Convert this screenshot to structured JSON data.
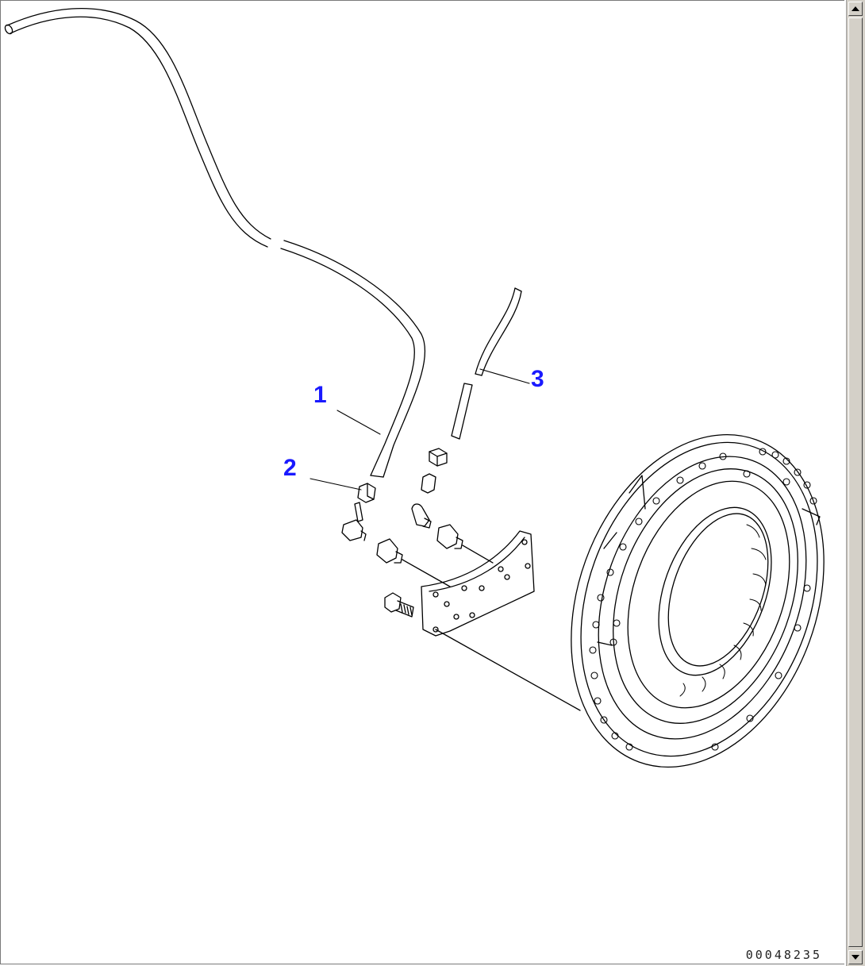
{
  "diagram": {
    "callouts": [
      {
        "id": "1",
        "label": "1"
      },
      {
        "id": "2",
        "label": "2"
      },
      {
        "id": "3",
        "label": "3"
      }
    ],
    "drawing_number": "00048235",
    "colors": {
      "callout": "#1a1aff",
      "line": "#000000",
      "background": "#ffffff"
    }
  },
  "scrollbar": {
    "up_icon": "arrow-up-icon",
    "down_icon": "arrow-down-icon"
  }
}
